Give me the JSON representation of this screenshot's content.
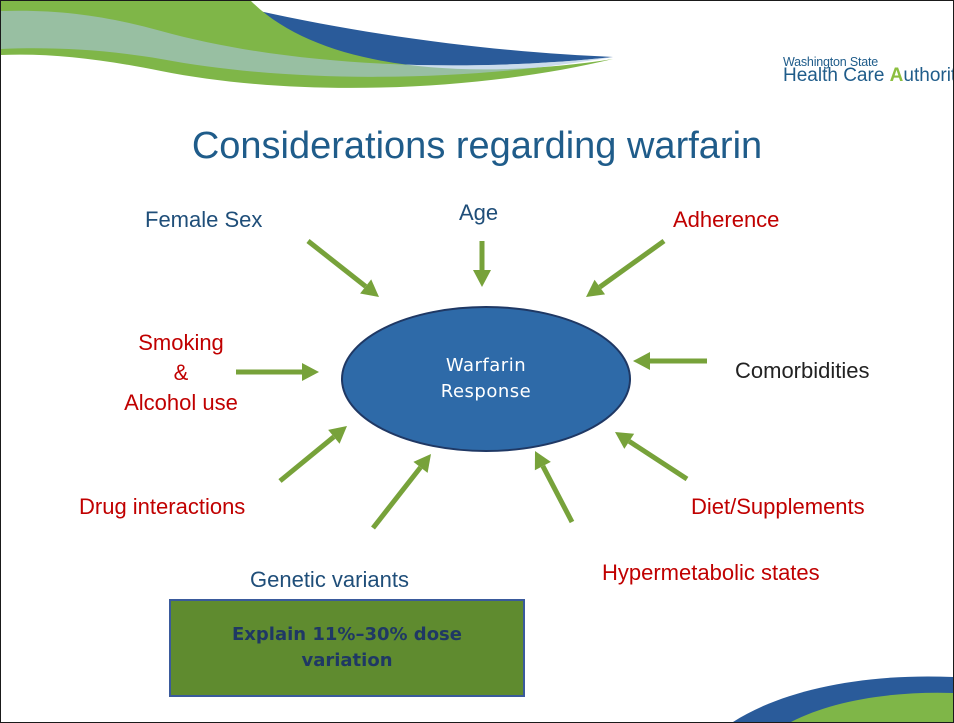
{
  "logo": {
    "line1": "Washington State",
    "line2_a": "Health Care ",
    "line2_b": "A",
    "line2_c": "uthority"
  },
  "title": "Considerations regarding warfarin",
  "center": {
    "line1": "Warfarin",
    "line2": "Response"
  },
  "factors": {
    "female_sex": "Female Sex",
    "age": "Age",
    "adherence": "Adherence",
    "smoking_1": "Smoking",
    "smoking_2": "&",
    "smoking_3": "Alcohol use",
    "comorbidities": "Comorbidities",
    "drug_interactions": "Drug interactions",
    "diet": "Diet/Supplements",
    "genetic": "Genetic variants",
    "hypermetabolic": "Hypermetabolic states"
  },
  "note": {
    "line1": "Explain 11%–30% dose",
    "line2": "variation"
  },
  "colors": {
    "title_blue": "#1f5c8a",
    "red": "#c00000",
    "arrow_green": "#77a23a",
    "ellipse_fill": "#2e6aa8",
    "ellipse_stroke": "#1f3864",
    "box_green": "#5f8b2f"
  }
}
